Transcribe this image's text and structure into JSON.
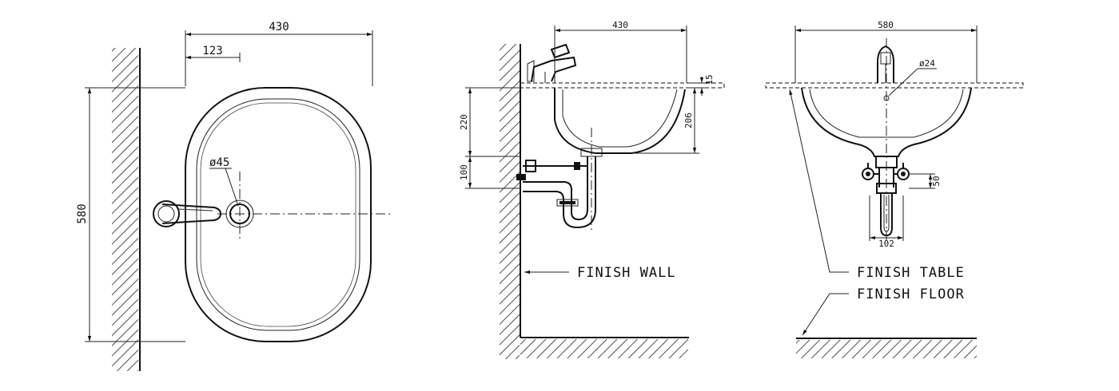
{
  "colors": {
    "line": "#111111",
    "background": "#ffffff"
  },
  "plan_view": {
    "dim_width": "430",
    "dim_offset": "123",
    "dim_height": "580",
    "dim_hole": "ø45"
  },
  "side_view": {
    "dim_width": "430",
    "dim_rim": "15",
    "dim_depth": "220",
    "dim_bowl": "206",
    "dim_drain": "100",
    "label_wall": "FINISH WALL"
  },
  "front_view": {
    "dim_width": "580",
    "dim_tap_hole": "ø24",
    "dim_valve": "50",
    "dim_waste": "102",
    "label_table": "FINISH TABLE",
    "label_floor": "FINISH FLOOR"
  }
}
